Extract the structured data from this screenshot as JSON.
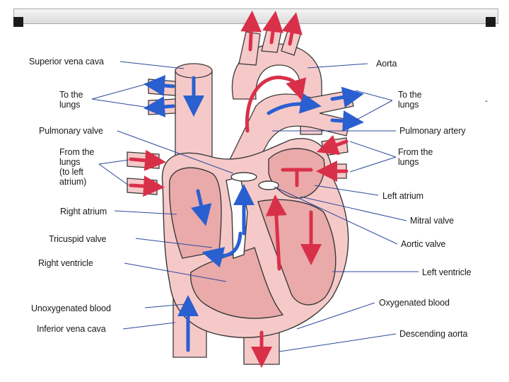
{
  "labels": {
    "superior_vena_cava": "Superior vena cava",
    "to_lungs_left": "To the\nlungs",
    "pulmonary_valve": "Pulmonary valve",
    "from_lungs_left": "From the\nlungs\n(to left\natrium)",
    "right_atrium": "Right atrium",
    "tricuspid_valve": "Tricuspid valve",
    "right_ventricle": "Right ventricle",
    "unoxygenated_blood": "Unoxygenated blood",
    "inferior_vena_cava": "Inferior vena cava",
    "aorta": "Aorta",
    "to_lungs_right": "To the\nlungs",
    "pulmonary_artery": "Pulmonary artery",
    "from_lungs_right": "From the\nlungs",
    "left_atrium": "Left atrium",
    "mitral_valve": "Mitral valve",
    "aortic_valve": "Aortic valve",
    "left_ventricle": "Left ventricle",
    "oxygenated_blood": "Oxygenated blood",
    "descending_aorta": "Descending aorta"
  },
  "colors": {
    "tissue": "#f6c9c9",
    "tissue_dark": "#eaaaaa",
    "outline": "#3a3a3a",
    "oxygenated_arrow": "#d9304a",
    "unoxygenated_arrow": "#2a5fd0"
  }
}
